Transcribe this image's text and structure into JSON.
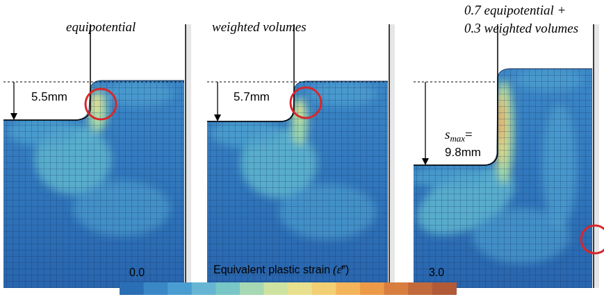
{
  "diagram": {
    "labels": [
      "equipotential",
      "weighted volumes",
      "0.7 equipotential +",
      "0.3 weighted volumes",
      "5.5mm",
      "5.7mm",
      "s",
      "max",
      "=",
      "9.8mm",
      "Equivalent plastic strain",
      "(ε̄",
      "p",
      ")",
      "0.0",
      "3.0"
    ]
  }
}
